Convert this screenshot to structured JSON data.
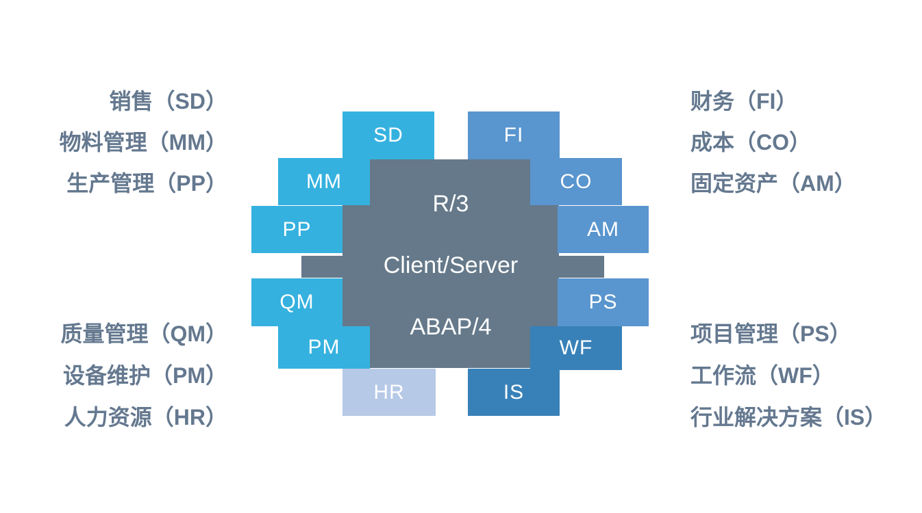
{
  "colors": {
    "cyan": "#35B1DF",
    "medium_blue": "#5995CE",
    "steel_blue": "#3881B8",
    "pale_blue": "#B6C9E6",
    "center_gray": "#65798A",
    "legend_text": "#64788F",
    "block_text": "#FFFFFF",
    "background": "#FFFFFF"
  },
  "center": {
    "lines": [
      "R/3",
      "Client/Server",
      "ABAP/4"
    ]
  },
  "modules": [
    {
      "label": "SD",
      "color": "#35B1DF"
    },
    {
      "label": "FI",
      "color": "#5995CE"
    },
    {
      "label": "MM",
      "color": "#35B1DF"
    },
    {
      "label": "CO",
      "color": "#5995CE"
    },
    {
      "label": "PP",
      "color": "#35B1DF"
    },
    {
      "label": "AM",
      "color": "#5995CE"
    },
    {
      "label": "QM",
      "color": "#35B1DF"
    },
    {
      "label": "PS",
      "color": "#5995CE"
    },
    {
      "label": "PM",
      "color": "#35B1DF"
    },
    {
      "label": "WF",
      "color": "#3881B8"
    },
    {
      "label": "HR",
      "color": "#B6C9E6"
    },
    {
      "label": "IS",
      "color": "#3881B8"
    }
  ],
  "legend": {
    "left_top": [
      "销售（SD）",
      "物料管理（MM）",
      "生产管理（PP）"
    ],
    "left_bottom": [
      "质量管理（QM）",
      "设备维护（PM）",
      "人力资源（HR）"
    ],
    "right_top": [
      "财务（FI）",
      "成本（CO）",
      "固定资产（AM）"
    ],
    "right_bottom": [
      "项目管理（PS）",
      "工作流（WF）",
      "行业解决方案（IS）"
    ]
  }
}
